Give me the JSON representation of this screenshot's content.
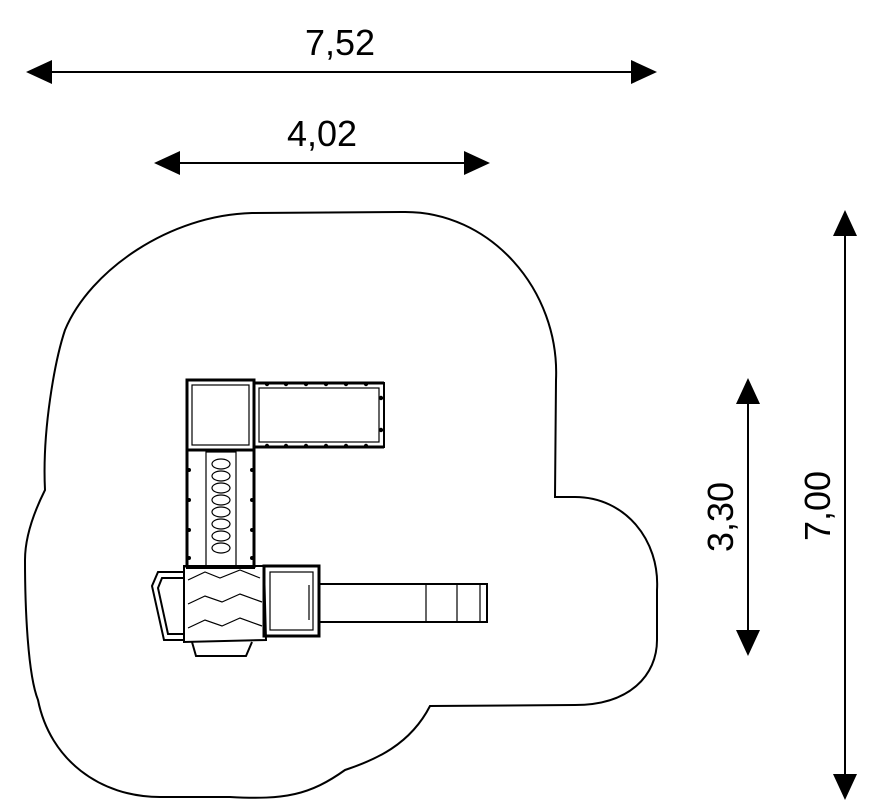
{
  "dimensions": {
    "total_width": "7,52",
    "partial_width": "4,02",
    "partial_depth": "3,30",
    "total_depth": "7,00"
  }
}
